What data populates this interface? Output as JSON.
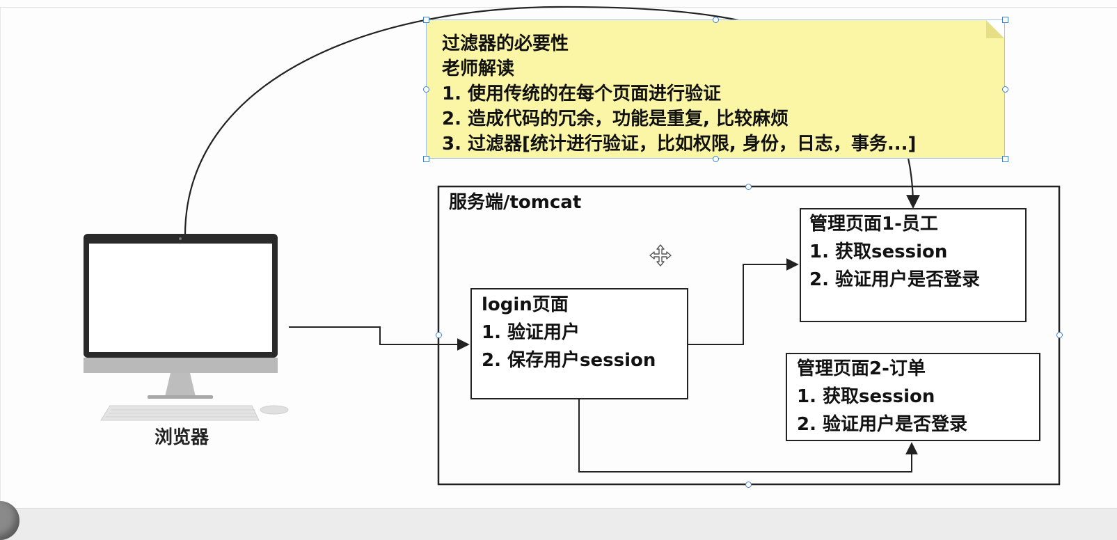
{
  "note": {
    "title": "过滤器的必要性",
    "subtitle": "老师解读",
    "lines": [
      "1. 使用传统的在每个页面进行验证",
      "2. 造成代码的冗余，功能是重复, 比较麻烦",
      "3. 过滤器[统计进行验证，比如权限, 身份，日志，事务...]"
    ]
  },
  "server": {
    "title": "服务端/tomcat"
  },
  "login_box": {
    "title": "login页面",
    "lines": [
      "1. 验证用户",
      "2. 保存用户session"
    ]
  },
  "admin1_box": {
    "title": "管理页面1-员工",
    "lines": [
      "1. 获取session",
      "2. 验证用户是否登录"
    ]
  },
  "admin2_box": {
    "title": "管理页面2-订单",
    "lines": [
      "1. 获取session",
      "2. 验证用户是否登录"
    ]
  },
  "browser": {
    "label": "浏览器",
    "icon": "desktop-computer-icon"
  },
  "colors": {
    "note_fill": "#fbf6a6",
    "selection_handle": "#3d7fd1",
    "line": "#222222"
  }
}
